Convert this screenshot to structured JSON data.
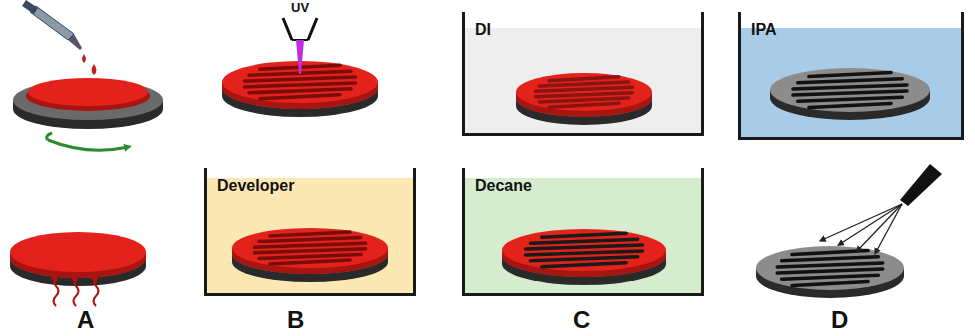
{
  "diagram": {
    "nodes": [
      {
        "text": [
          "DI"
        ]
      },
      {
        "text": [
          "IPA"
        ]
      },
      {
        "text": [
          "Developer"
        ]
      },
      {
        "text": [
          "Decane"
        ]
      }
    ],
    "labels": [
      "UV",
      "A",
      "B",
      "C",
      "D"
    ]
  }
}
